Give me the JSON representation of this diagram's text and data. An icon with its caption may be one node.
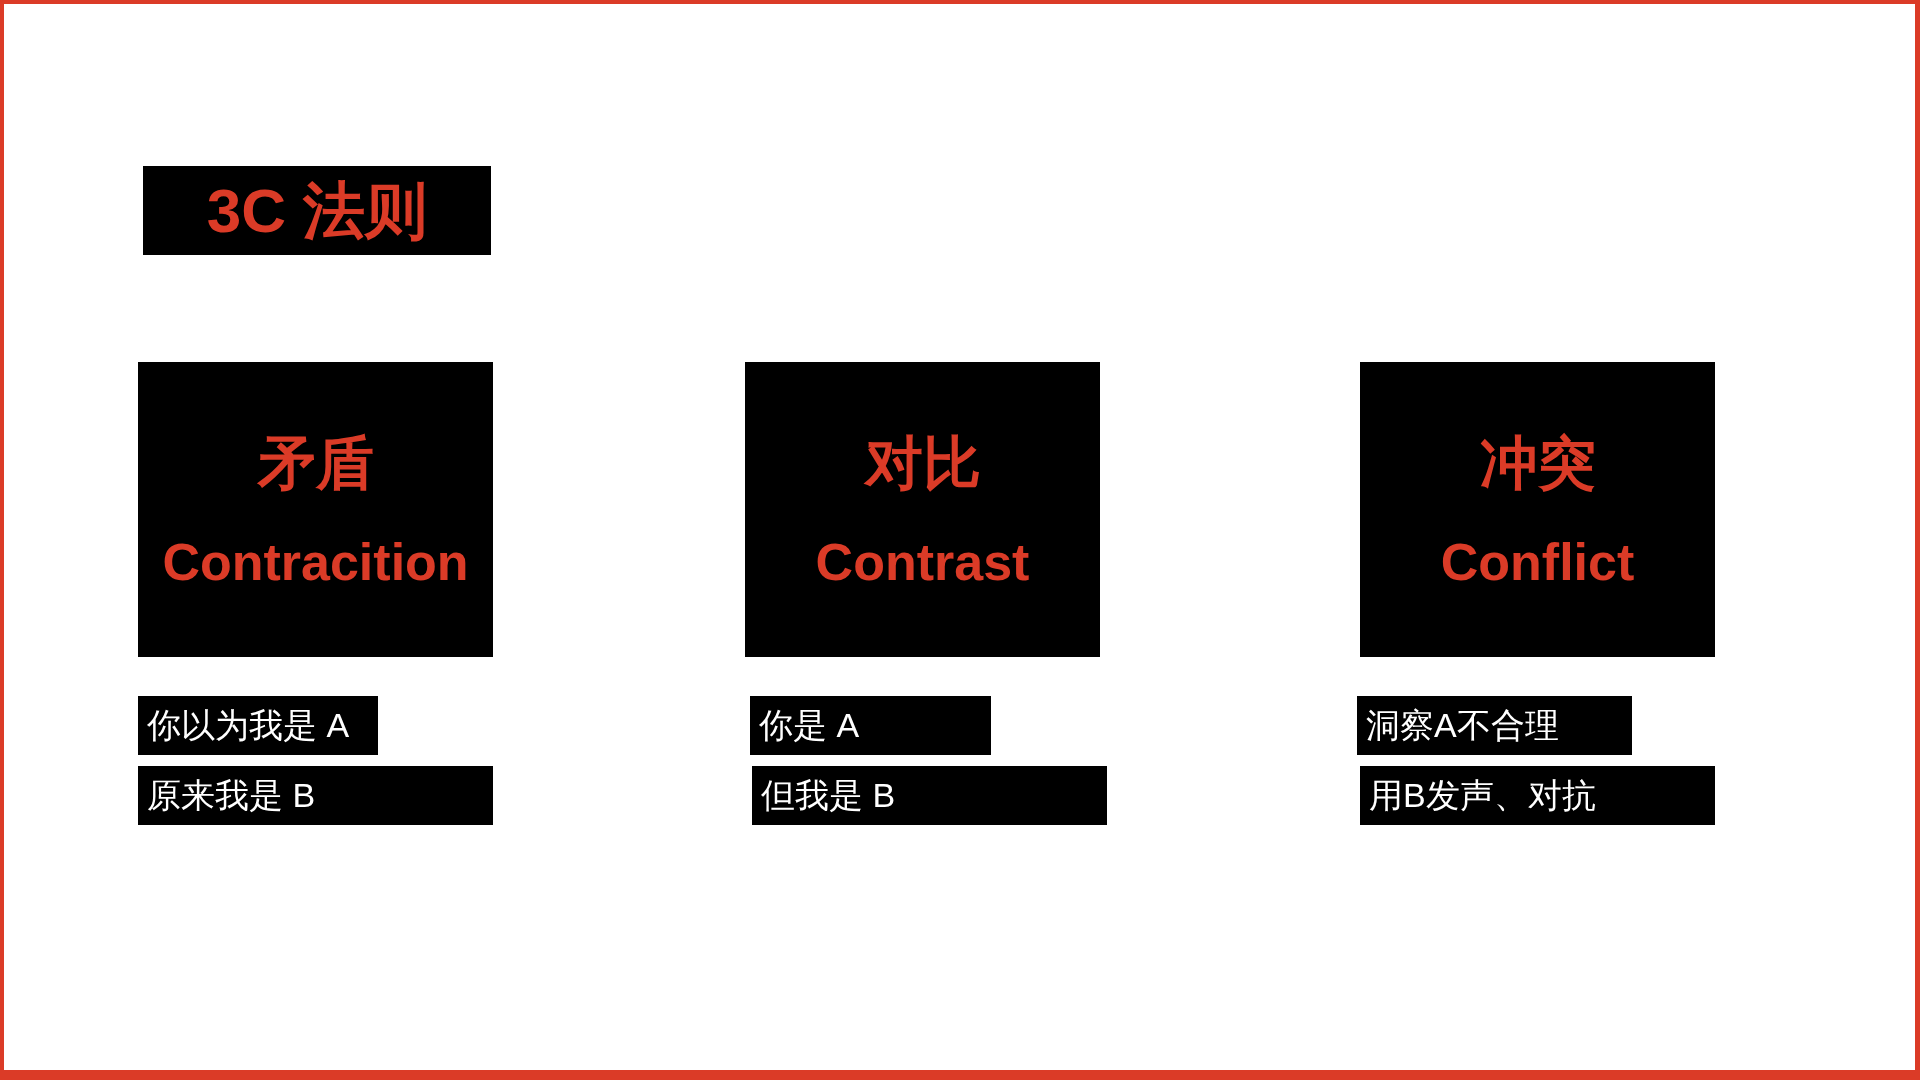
{
  "diagram": {
    "title": "3C 法则",
    "nodes": [
      {
        "text": [
          "矛盾",
          "Contracition"
        ]
      },
      {
        "text": [
          "对比",
          "Contrast"
        ]
      },
      {
        "text": [
          "冲突",
          "Conflict"
        ]
      },
      {
        "text": [
          "你以为我是 A"
        ]
      },
      {
        "text": [
          "原来我是 B"
        ]
      },
      {
        "text": [
          "你是 A"
        ]
      },
      {
        "text": [
          "但我是 B"
        ]
      },
      {
        "text": [
          "洞察A不合理"
        ]
      },
      {
        "text": [
          "用B发声、对抗"
        ]
      }
    ]
  }
}
